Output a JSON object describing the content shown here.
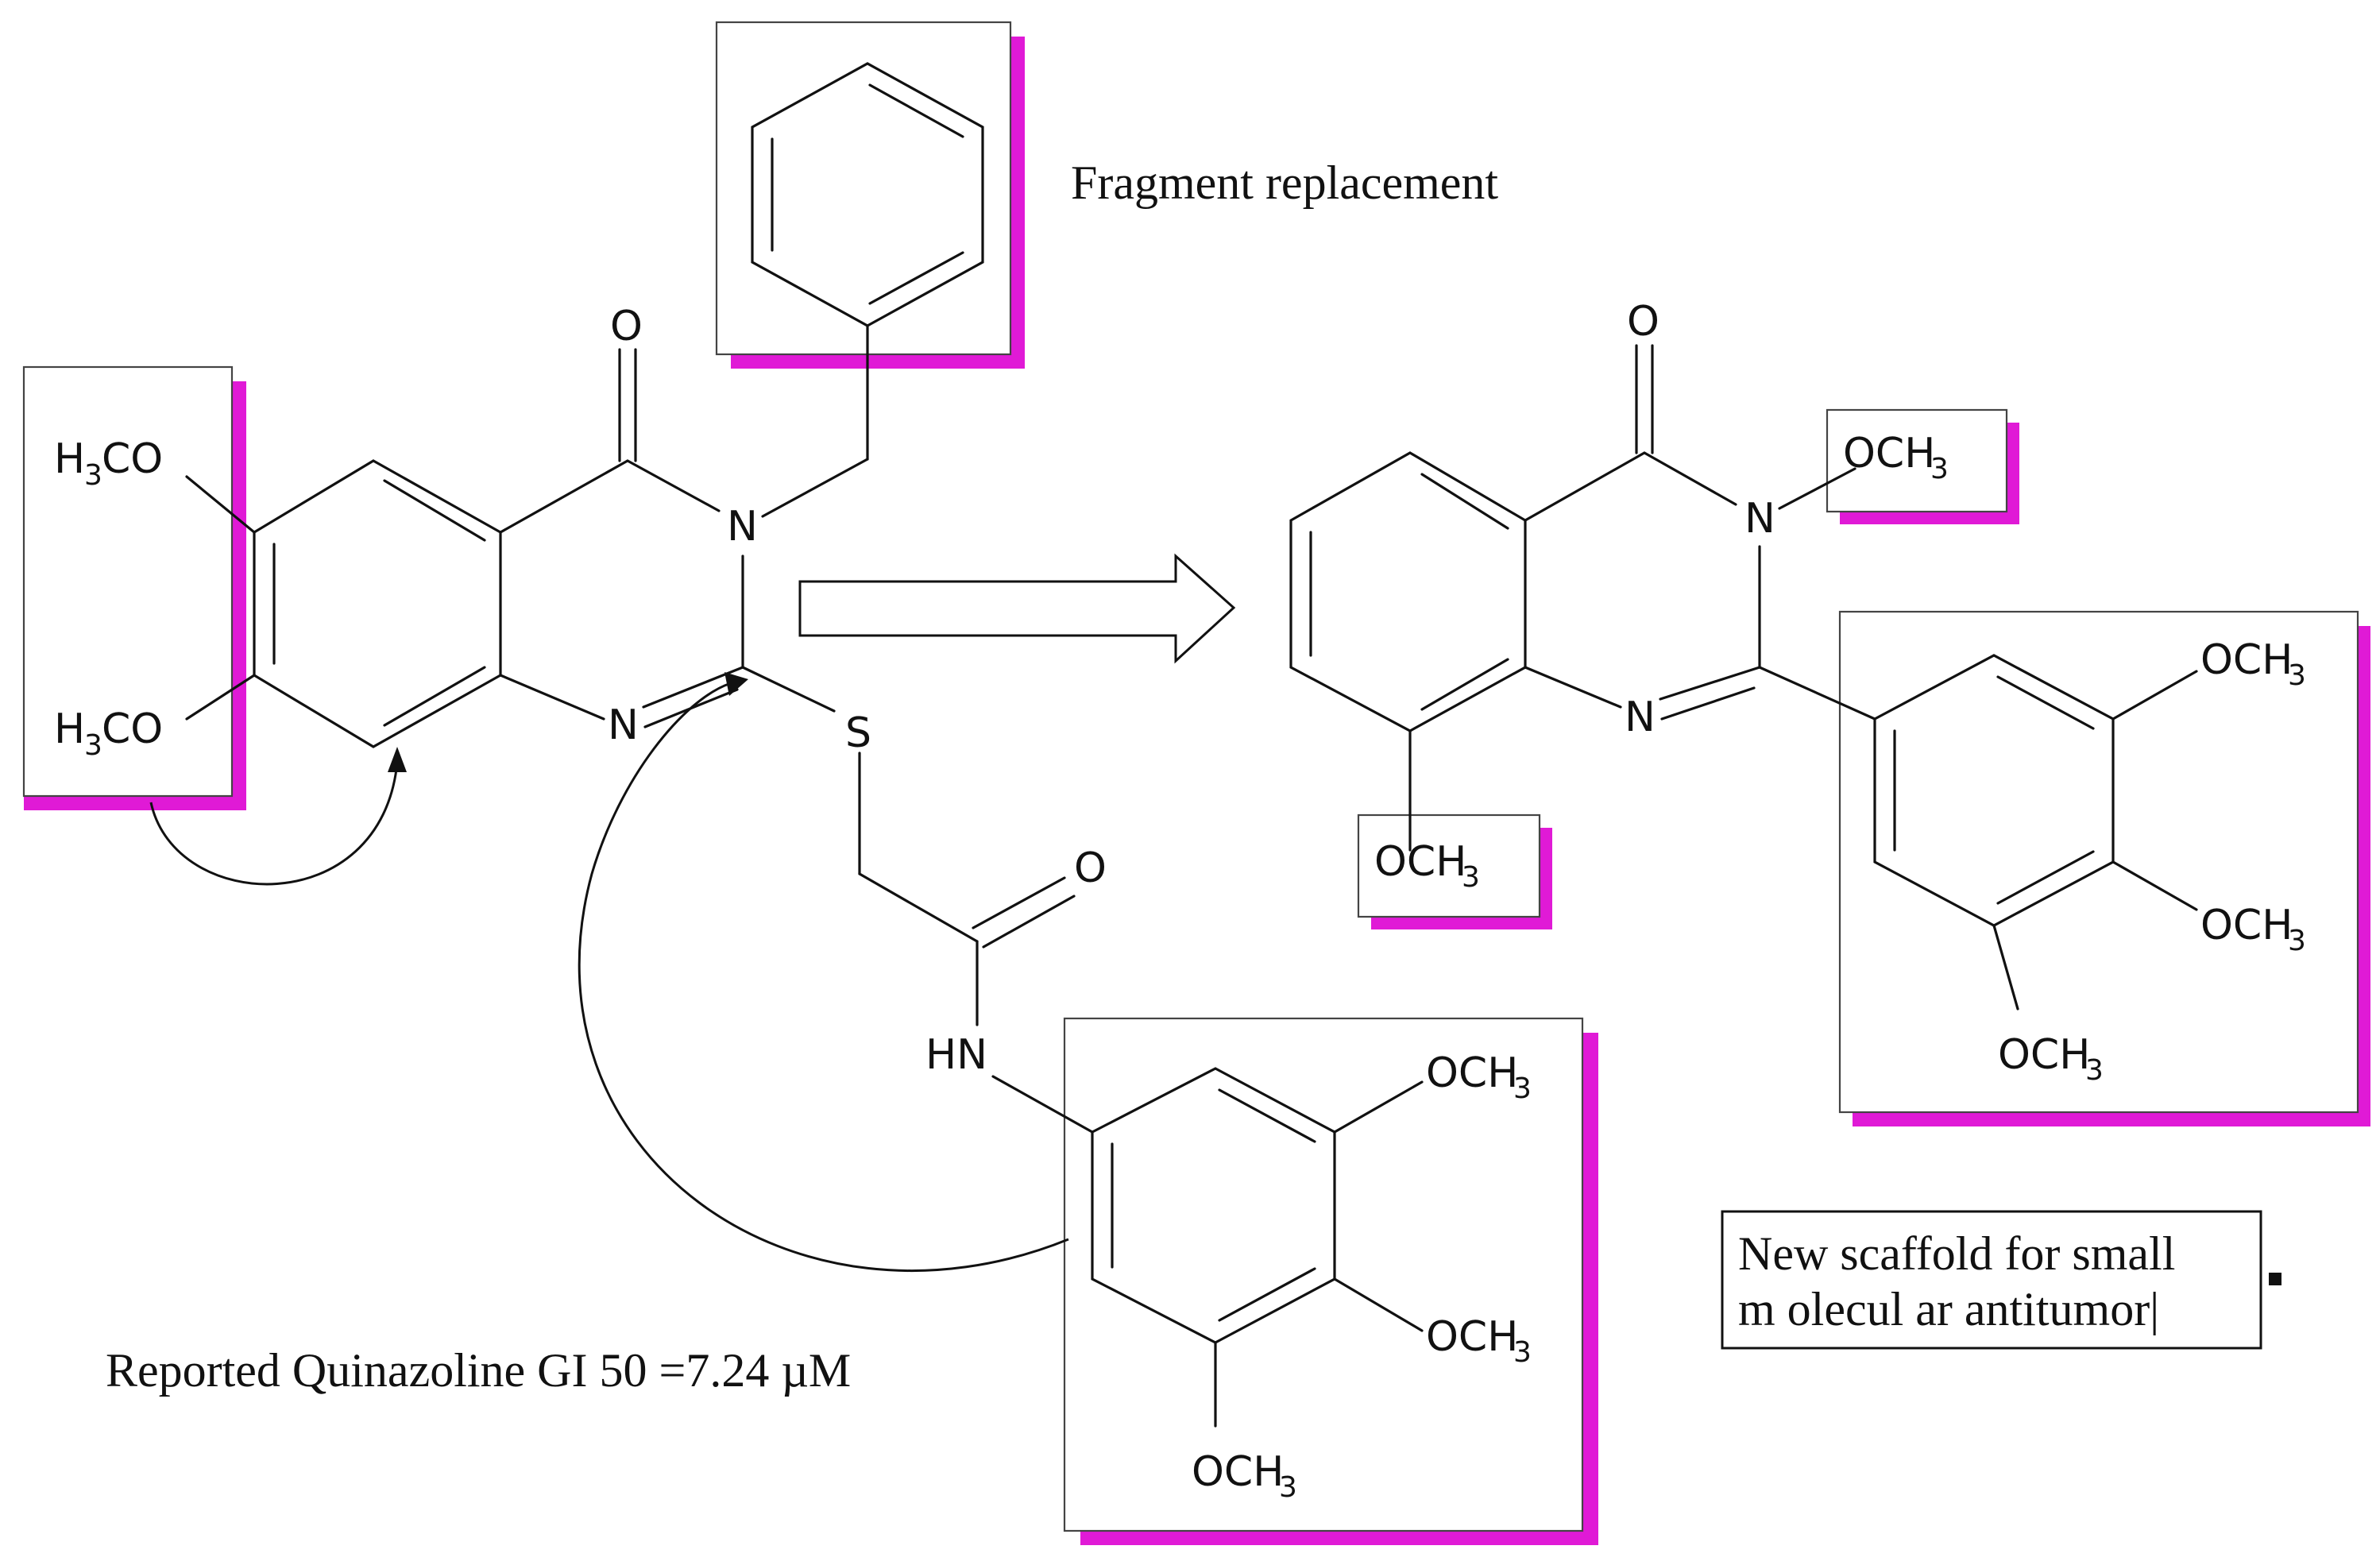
{
  "fragment_label": "Fragment replacement",
  "reported_label": "Reported Quinazoline GI 50 =7.24 µM",
  "note": {
    "line1": "New scaffold for small",
    "line2": "m olecul ar antitumor|"
  },
  "atoms": {
    "o": "O",
    "n": "N",
    "s": "S",
    "hn": "HN",
    "och3_text": "OCH",
    "h3co_h": "H",
    "h3co_co": "CO",
    "sub3": "3"
  },
  "colors": {
    "highlight": "#e01ad6",
    "ink": "#111111"
  }
}
